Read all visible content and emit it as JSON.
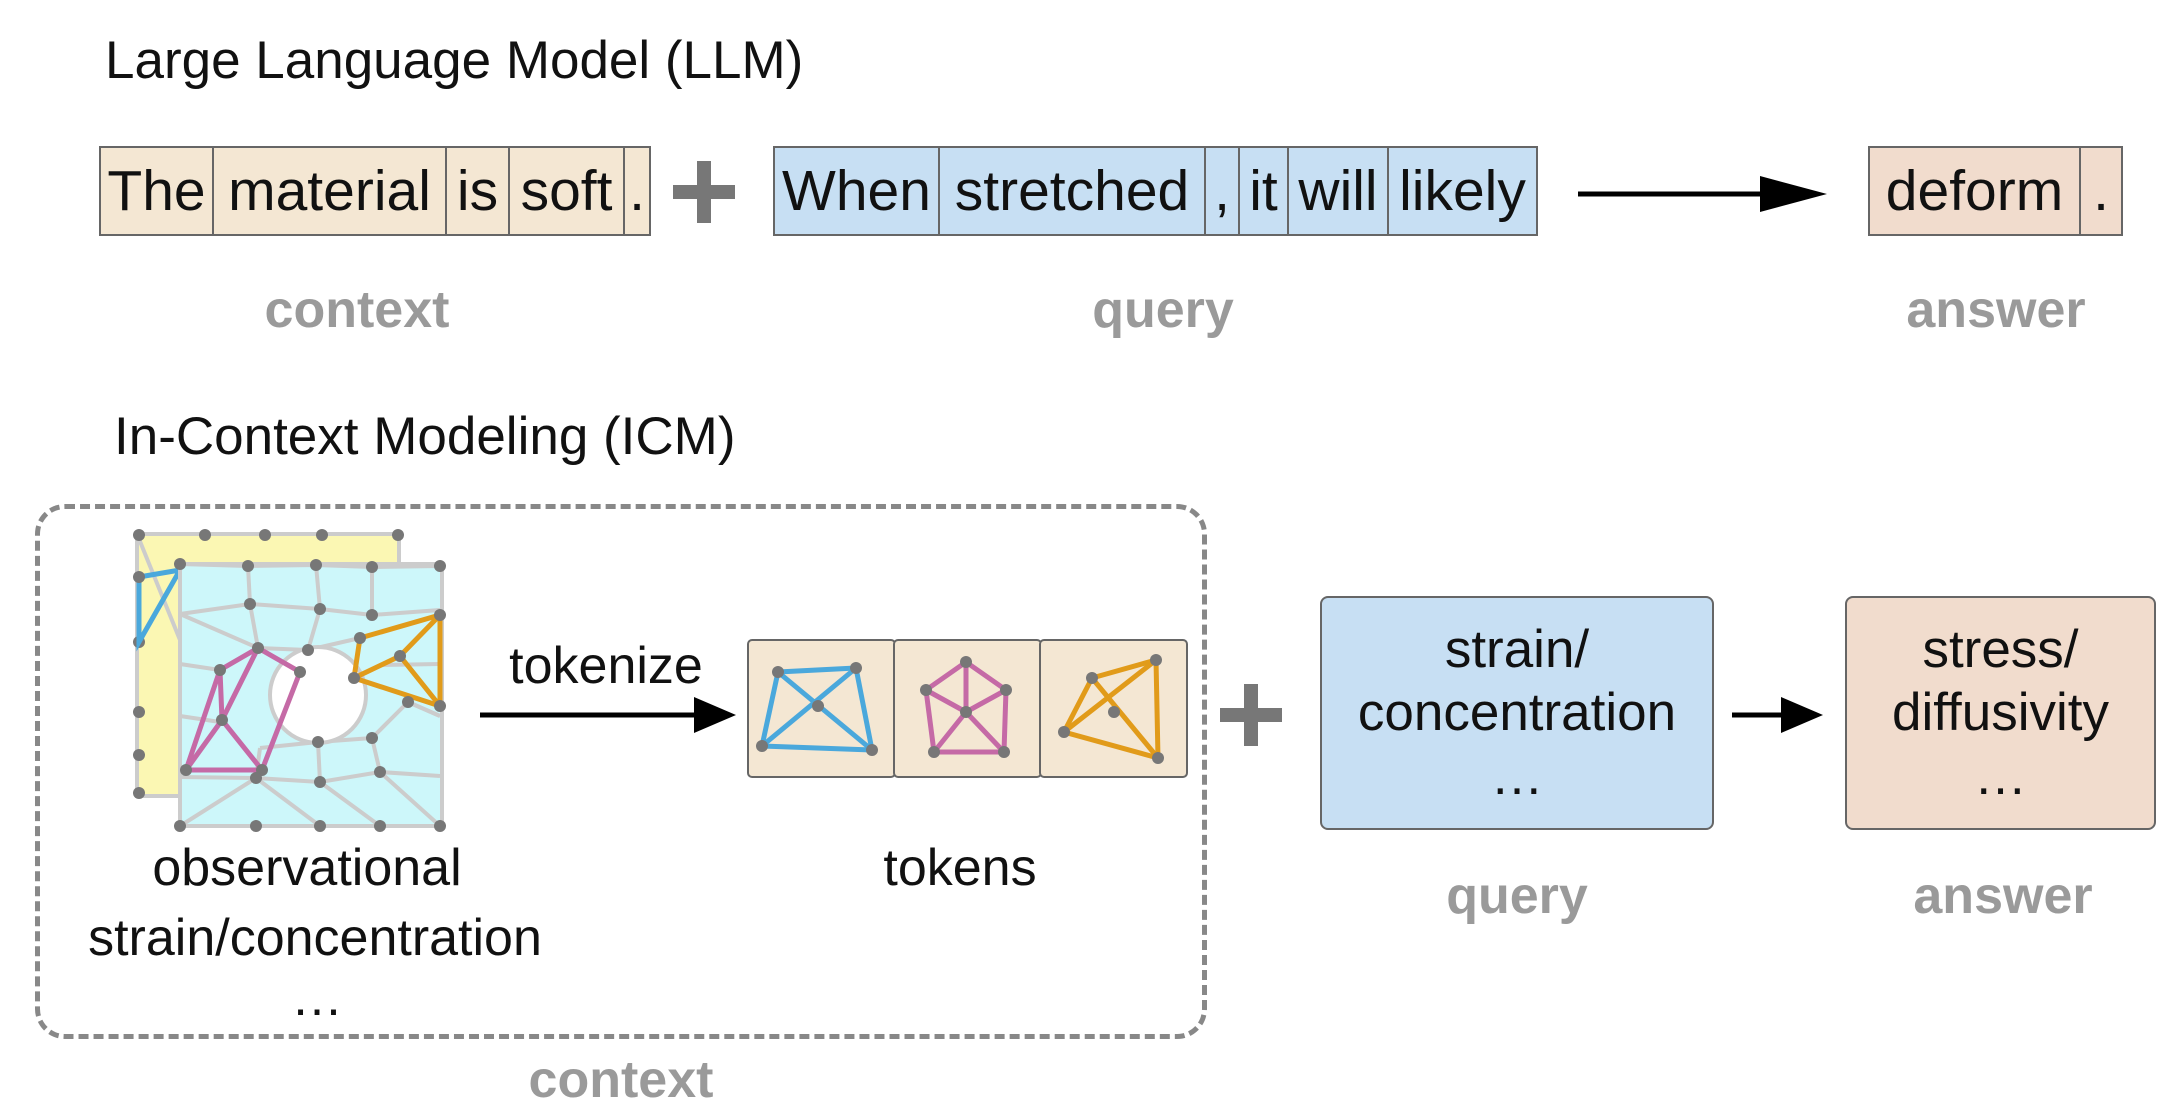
{
  "llm": {
    "title": "Large Language Model (LLM)",
    "context_tokens": [
      "The",
      "material",
      "is",
      "soft",
      "."
    ],
    "query_tokens": [
      "When",
      "stretched",
      ",",
      "it",
      "will",
      "likely"
    ],
    "answer_tokens": [
      "deform",
      "."
    ],
    "context_label": "context",
    "query_label": "query",
    "answer_label": "answer"
  },
  "icm": {
    "title": "In-Context Modeling (ICM)",
    "tokenize_label": "tokenize",
    "observation_label_line1": "observational",
    "observation_label_line2": "strain/concentration",
    "observation_label_line3": "…",
    "tokens_label": "tokens",
    "query_line1": "strain/",
    "query_line2": "concentration",
    "query_line3": "…",
    "answer_line1": "stress/",
    "answer_line2": "diffusivity",
    "answer_line3": "…",
    "query_label": "query",
    "answer_label": "answer",
    "context_label": "context"
  },
  "colors": {
    "context_fill": "#f4e7d3",
    "query_fill": "#c7dff3",
    "answer_fill": "#f1dccd",
    "mesh_blue": "#4aa8dc",
    "mesh_pink": "#c56aa6",
    "mesh_orange": "#e19b1a",
    "mesh_back": "#fbf7b3",
    "mesh_front": "#cdf7fa",
    "label_gray": "#9a9a9a"
  }
}
